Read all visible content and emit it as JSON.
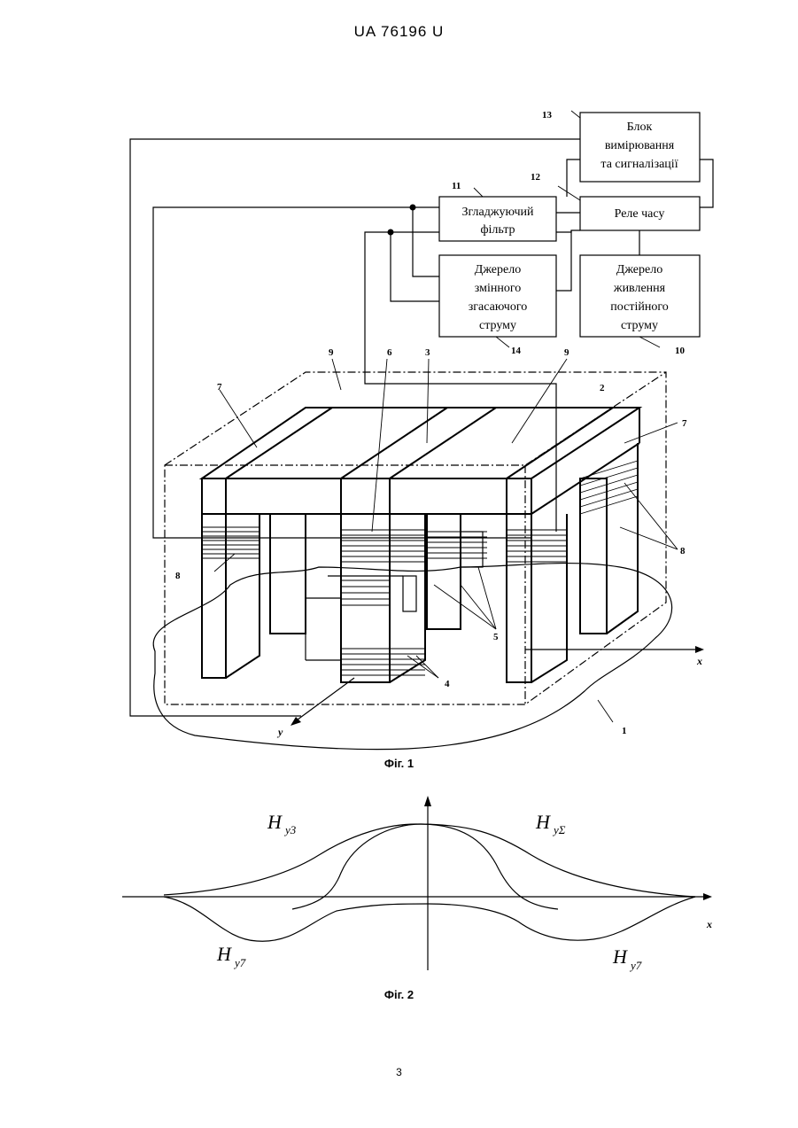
{
  "header": {
    "doc_number": "UA 76196 U"
  },
  "figure1": {
    "caption": "Фіг. 1",
    "blocks": {
      "measure": [
        "Блок",
        "вимірювання",
        "та сигналізації"
      ],
      "relay": [
        "Реле часу"
      ],
      "filter": [
        "Згладжуючий",
        "фільтр"
      ],
      "ac_source": [
        "Джерело",
        "змінного",
        "згасаючого",
        "струму"
      ],
      "dc_source": [
        "Джерело",
        "живлення",
        "постійного",
        "струму"
      ]
    },
    "labels": {
      "n13": "13",
      "n12": "12",
      "n11": "11",
      "n14": "14",
      "n10": "10",
      "n9a": "9",
      "n6": "6",
      "n3": "3",
      "n9b": "9",
      "n7a": "7",
      "n2": "2",
      "n7b": "7",
      "n8a": "8",
      "n8b": "8",
      "n5": "5",
      "n4": "4",
      "n1": "1",
      "axis_x": "x",
      "axis_y": "y"
    }
  },
  "figure2": {
    "caption": "Фіг. 2",
    "axis_x": "x",
    "curve_labels": {
      "hy3": {
        "main": "H",
        "sub": "y3"
      },
      "hysum": {
        "main": "H",
        "sub": "yΣ"
      },
      "hy7_left": {
        "main": "H",
        "sub": "y7"
      },
      "hy7_right": {
        "main": "H",
        "sub": "y7"
      }
    }
  },
  "footer": {
    "page_number": "3"
  }
}
